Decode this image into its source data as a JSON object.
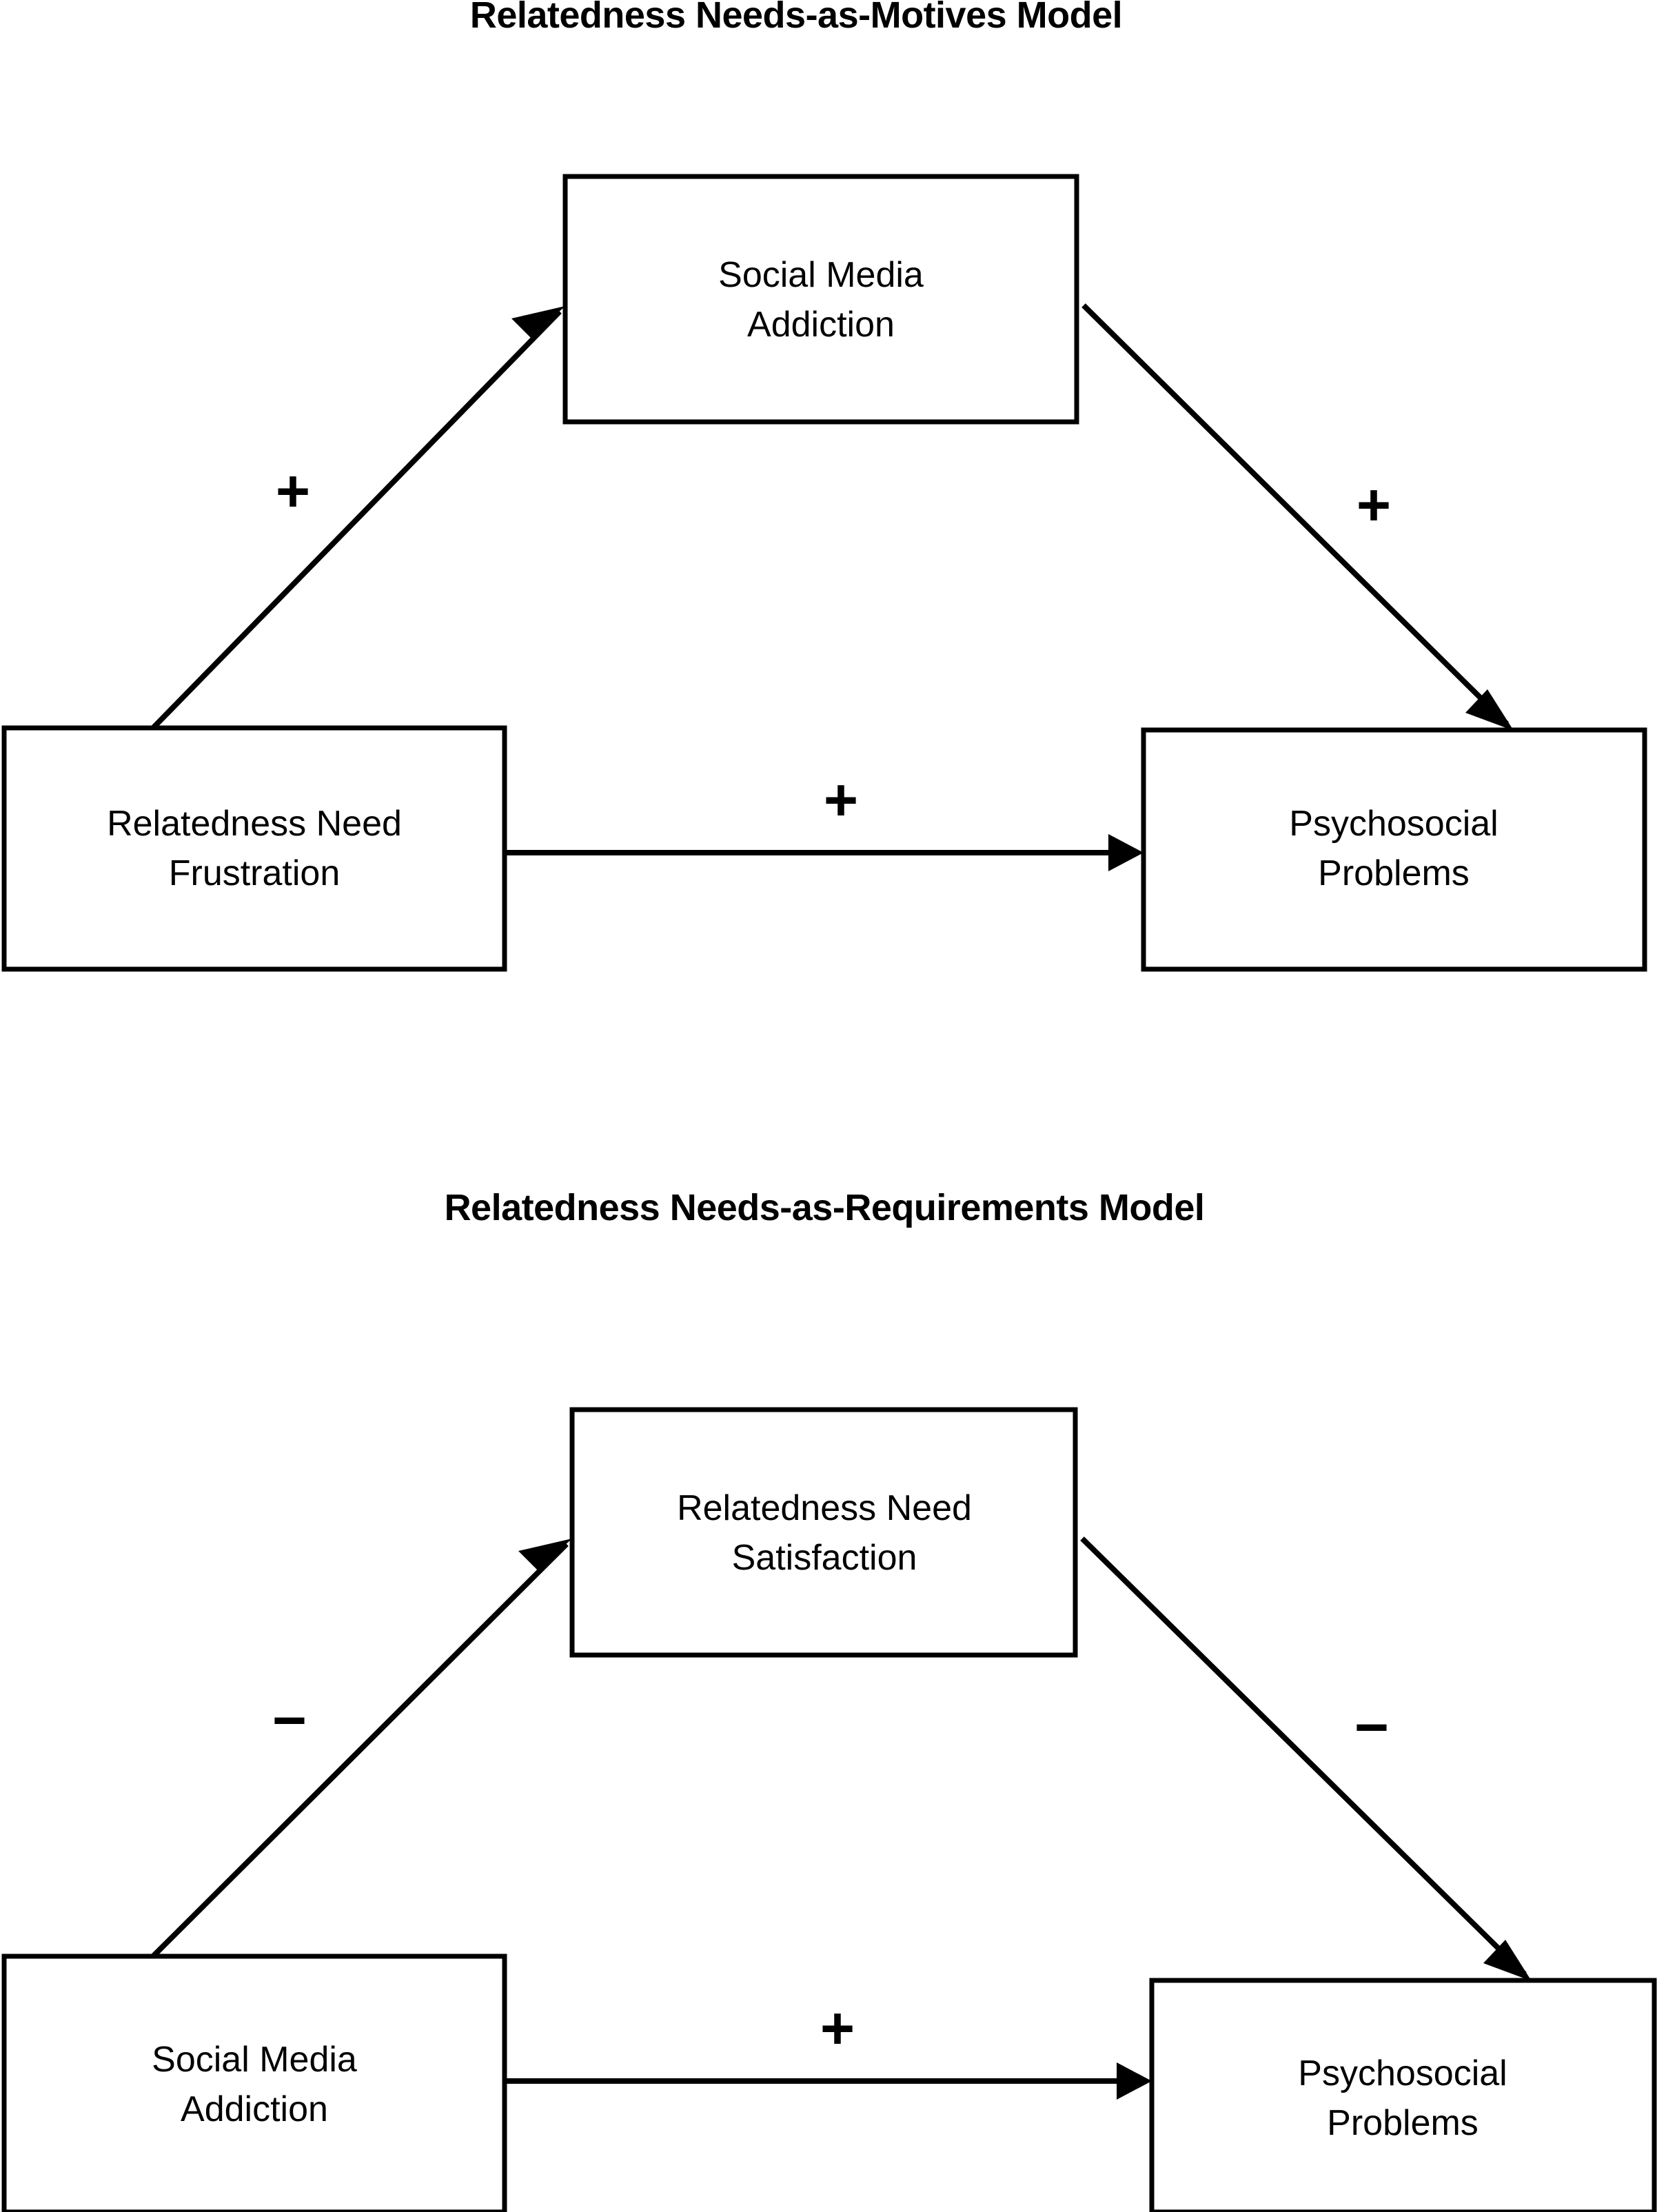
{
  "document": {
    "background_color": "#ffffff",
    "line_color": "#000000",
    "text_color": "#000000"
  },
  "models": [
    {
      "id": "needs-as-motives",
      "title": "Relatedness Needs-as-Motives Model",
      "nodes": {
        "mediator": {
          "line1": "Social Media",
          "line2": "Addiction"
        },
        "predictor": {
          "line1": "Relatedness Need",
          "line2": "Frustration"
        },
        "outcome": {
          "line1": "Psychosocial",
          "line2": "Problems"
        }
      },
      "paths": [
        {
          "id": "predictor-to-mediator",
          "sign": "+"
        },
        {
          "id": "mediator-to-outcome",
          "sign": "+"
        },
        {
          "id": "predictor-to-outcome",
          "sign": "+"
        }
      ]
    },
    {
      "id": "needs-as-requirements",
      "title": "Relatedness Needs-as-Requirements Model",
      "nodes": {
        "mediator": {
          "line1": "Relatedness Need",
          "line2": "Satisfaction"
        },
        "predictor": {
          "line1": "Social Media",
          "line2": "Addiction"
        },
        "outcome": {
          "line1": "Psychosocial",
          "line2": "Problems"
        }
      },
      "paths": [
        {
          "id": "predictor-to-mediator",
          "sign": "−"
        },
        {
          "id": "mediator-to-outcome",
          "sign": "−"
        },
        {
          "id": "predictor-to-outcome",
          "sign": "+"
        }
      ]
    }
  ]
}
